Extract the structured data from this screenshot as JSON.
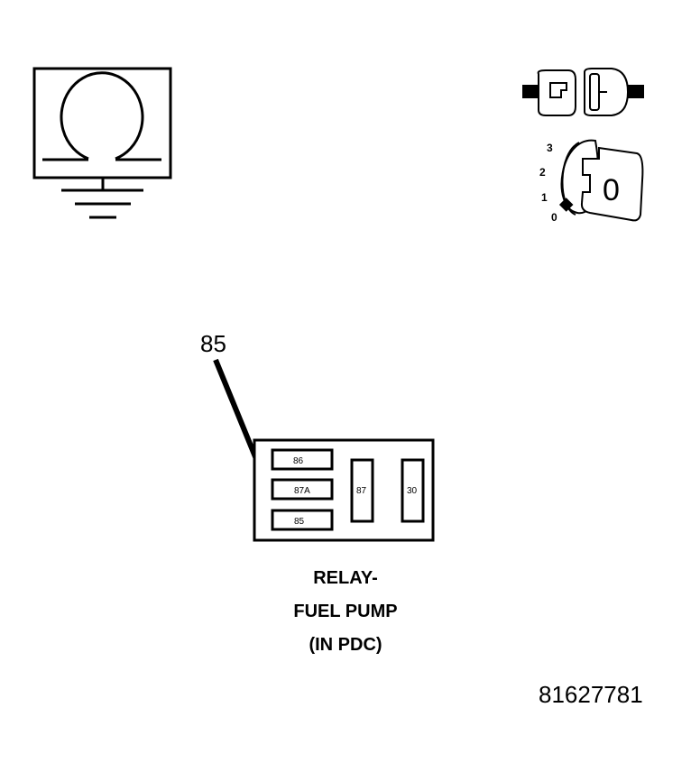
{
  "ohmmeter": {
    "icon": "ohmmeter-ground-icon"
  },
  "connector": {
    "icon": "disconnected-connector-icon"
  },
  "ignition": {
    "icon": "ignition-switch-icon",
    "positions": [
      "3",
      "2",
      "1",
      "0"
    ],
    "key_position": "0"
  },
  "callout": {
    "label": "85"
  },
  "relay": {
    "pins": {
      "p86": "86",
      "p87a": "87A",
      "p85": "85",
      "p87": "87",
      "p30": "30"
    }
  },
  "caption": {
    "line1": "RELAY-",
    "line2": "FUEL PUMP",
    "line3": "(IN PDC)"
  },
  "figure_id": "81627781"
}
